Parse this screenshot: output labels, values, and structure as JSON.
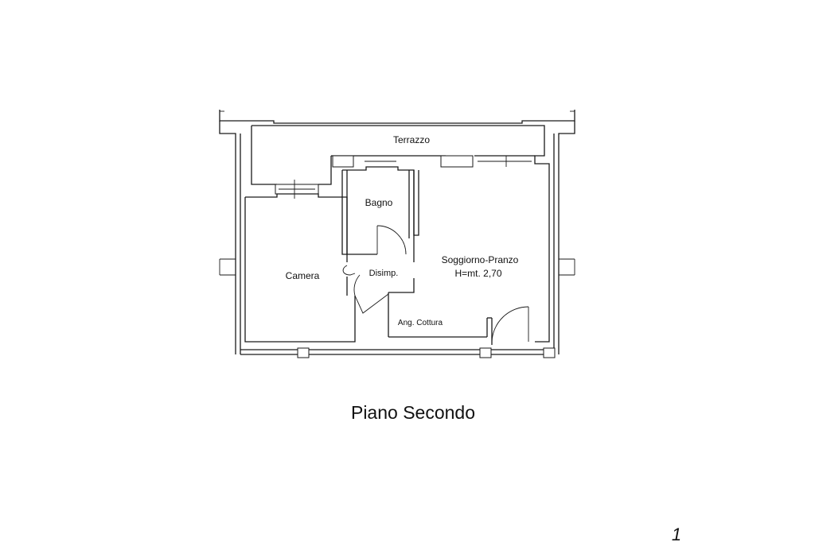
{
  "plan": {
    "rooms": {
      "terrace": "Terrazzo",
      "bathroom": "Bagno",
      "bedroom": "Camera",
      "hallway": "Disimp.",
      "living": "Soggiorno-Pranzo",
      "height": "H=mt. 2,70",
      "sewing": "Ang. Cottura"
    },
    "floor_title": "Piano Secondo",
    "page_number": "1"
  }
}
